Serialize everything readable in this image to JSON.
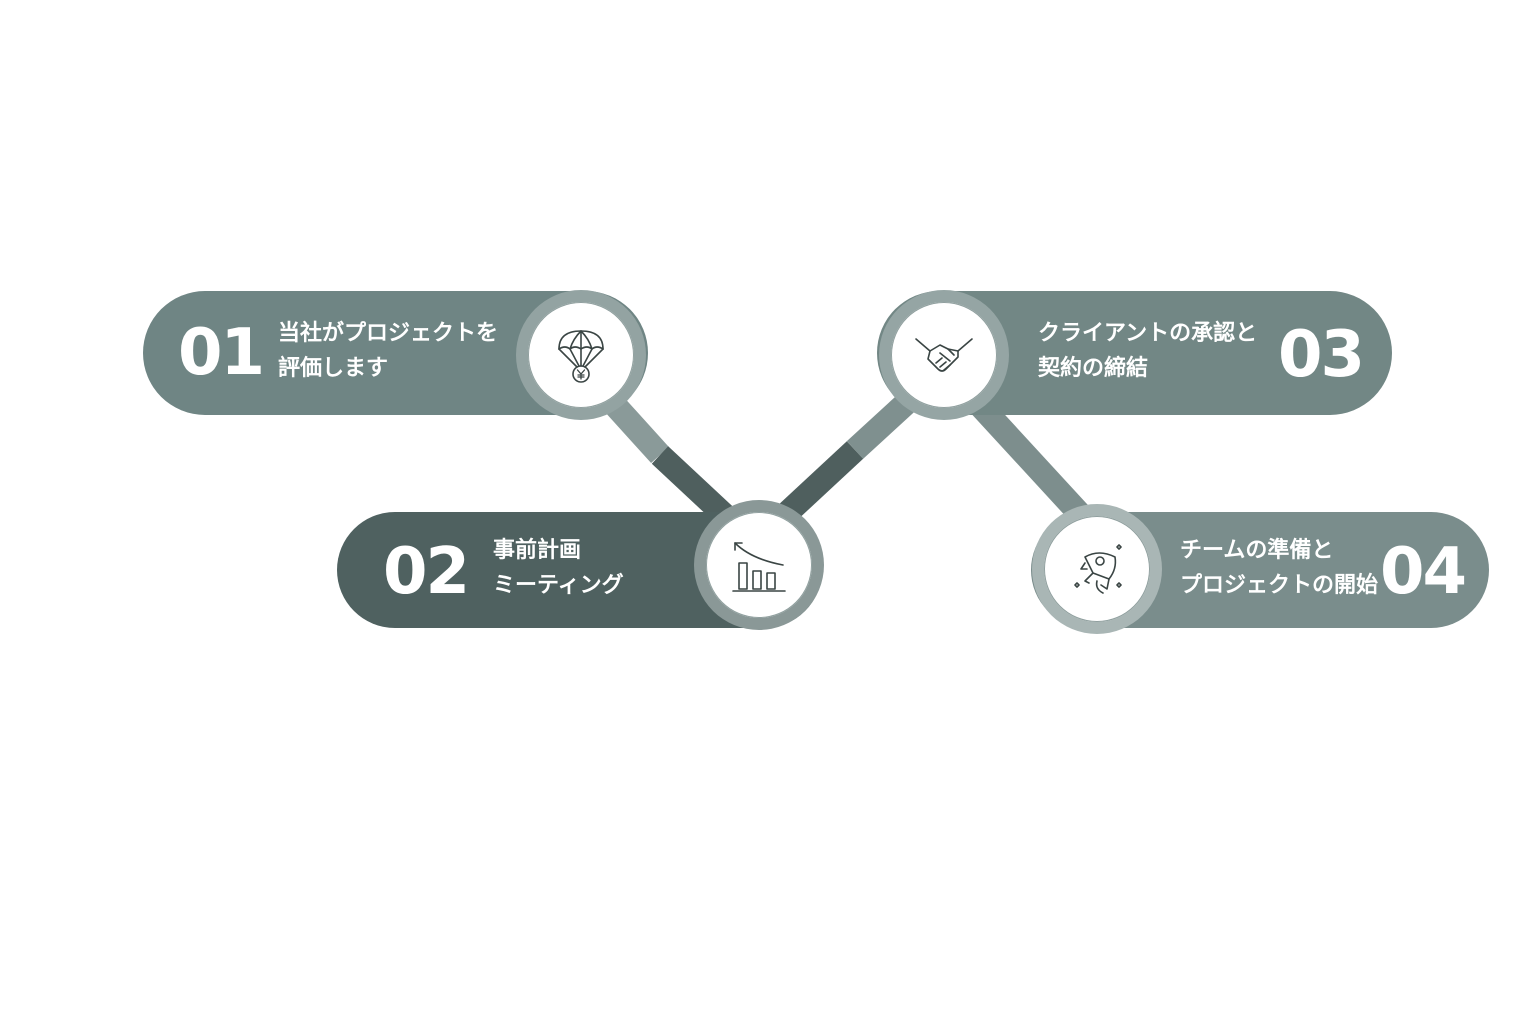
{
  "steps": [
    {
      "number": "01",
      "line1": "当社がプロジェクトを",
      "line2": "評価します",
      "icon": "parachute-yen-icon",
      "color": "#6f8584"
    },
    {
      "number": "02",
      "line1": "事前計画",
      "line2": "ミーティング",
      "icon": "growth-chart-icon",
      "color": "#4f6160"
    },
    {
      "number": "03",
      "line1": "クライアントの承認と",
      "line2": "契約の締結",
      "icon": "handshake-icon",
      "color": "#728785"
    },
    {
      "number": "04",
      "line1": "チームの準備と",
      "line2": "プロジェクトの開始",
      "icon": "rocket-icon",
      "color": "#7a8d8c"
    }
  ]
}
